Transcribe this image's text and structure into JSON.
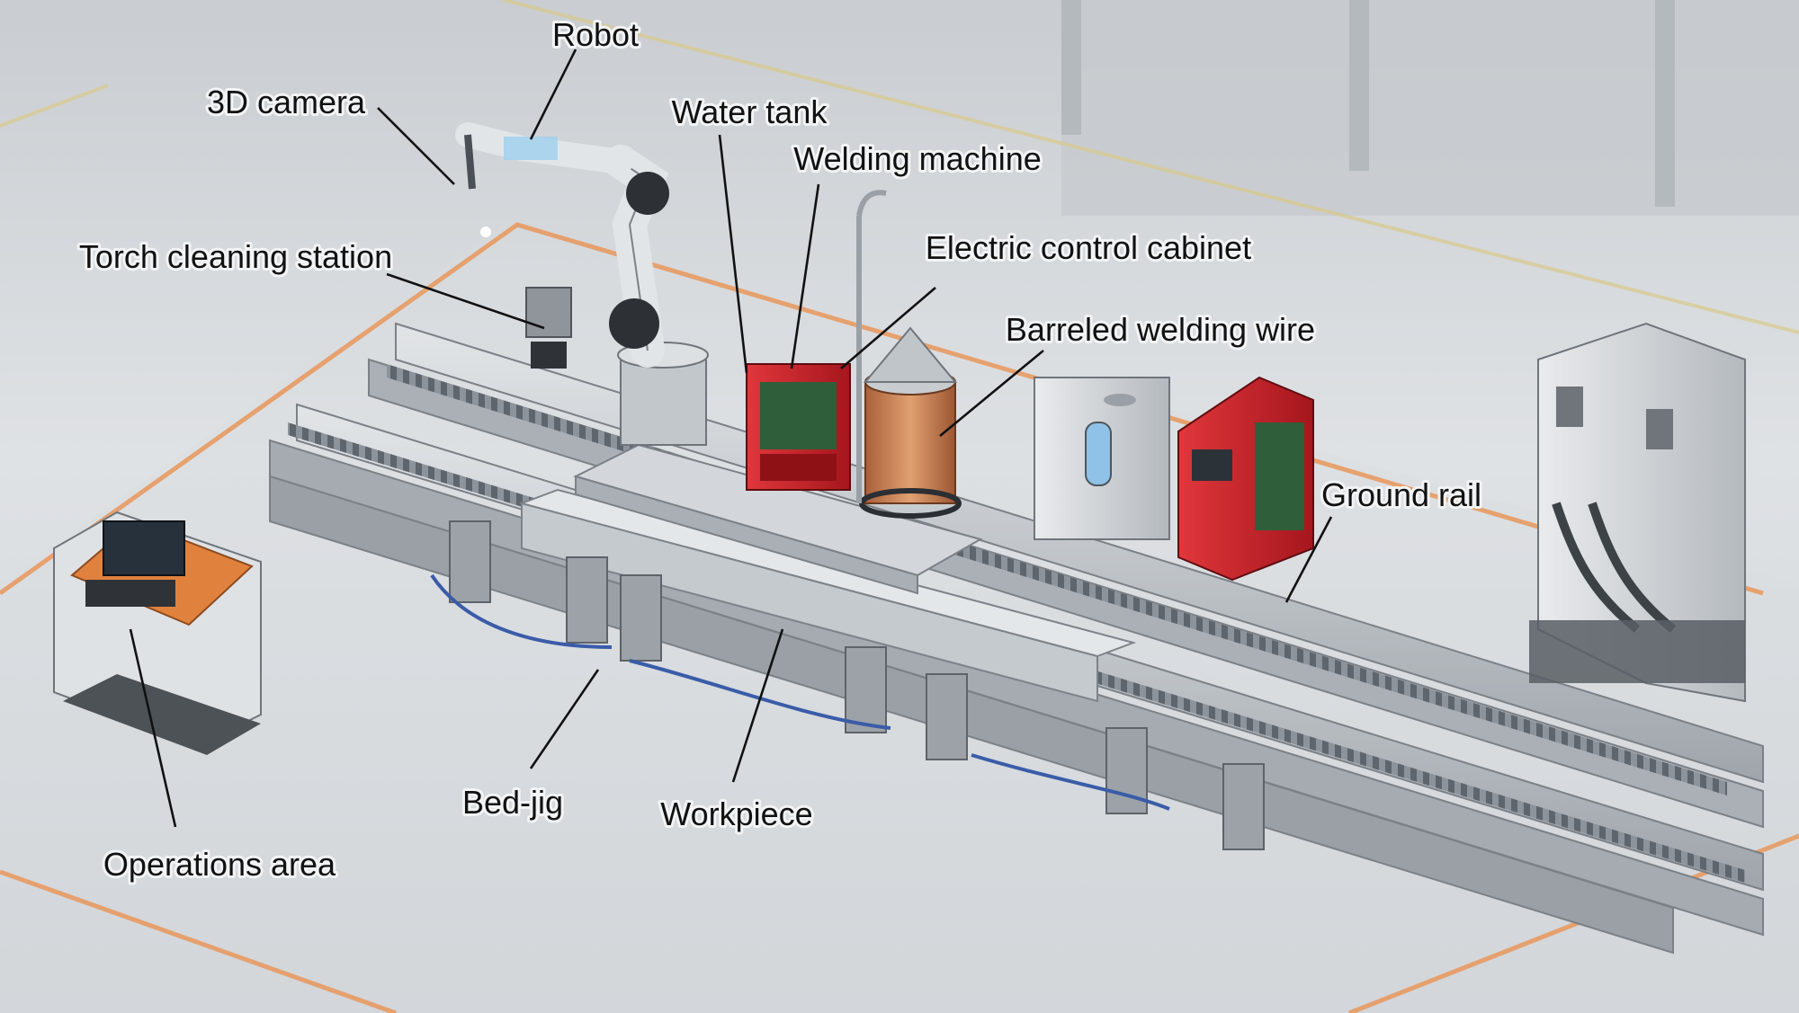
{
  "labels": {
    "robot": "Robot",
    "camera": "3D camera",
    "water_tank": "Water tank",
    "welding_machine": "Welding machine",
    "electric_cabinet": "Electric control cabinet",
    "torch_cleaning": "Torch cleaning station",
    "barreled_wire": "Barreled welding wire",
    "ground_rail": "Ground rail",
    "bed_jig": "Bed-jig",
    "workpiece": "Workpiece",
    "operations_area": "Operations area"
  },
  "colors": {
    "floor": "#d9dcdf",
    "floor_marking": "#e8965a",
    "steel": "#b9bec4",
    "welding_red": "#c8222a",
    "copper_wire": "#c9824f",
    "blue_hose": "#3a5ca8"
  }
}
